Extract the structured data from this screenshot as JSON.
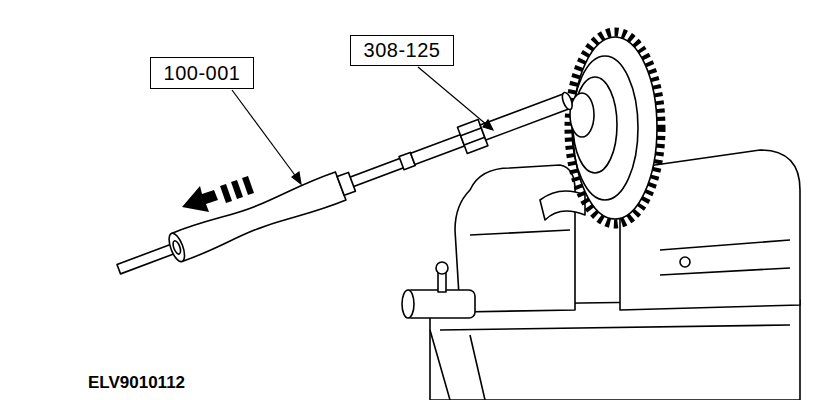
{
  "diagram": {
    "nodes": [
      {
        "text": [
          "100-001"
        ]
      },
      {
        "text": [
          "308-125"
        ]
      }
    ],
    "labels": [
      "ELV9010112"
    ]
  }
}
